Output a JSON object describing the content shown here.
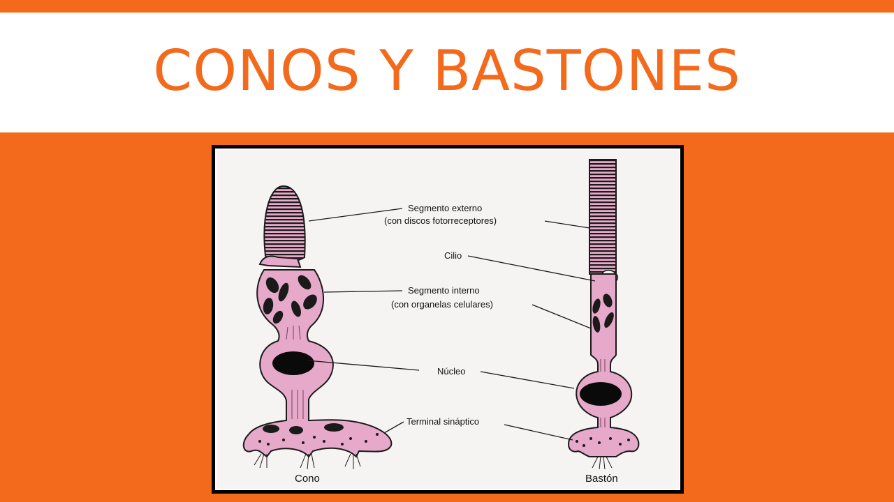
{
  "slide": {
    "title": "CONOS Y BASTONES"
  },
  "diagram": {
    "labels": {
      "outer_segment_line1": "Segmento externo",
      "outer_segment_line2": "(con discos fotorreceptores)",
      "cilium": "Cilio",
      "inner_segment_line1": "Segmento interno",
      "inner_segment_line2": "(con organelas celulares)",
      "nucleus": "Núcleo",
      "synaptic_terminal": "Terminal sináptico"
    },
    "captions": {
      "cone": "Cono",
      "rod": "Bastón"
    },
    "colors": {
      "cell_fill": "#e7a9c9",
      "outline": "#1a1a1a",
      "nucleus": "#0a0a0a",
      "slide_accent": "#f36a1c"
    }
  }
}
